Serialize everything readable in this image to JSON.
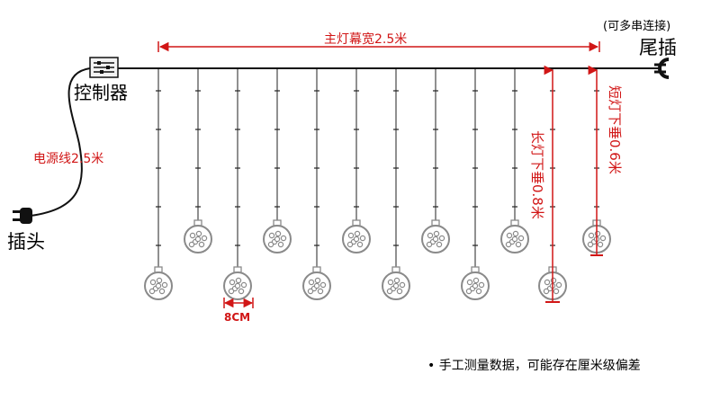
{
  "labels": {
    "main_width": "主灯幕宽2.5米",
    "tail_note": "(可多串连接)",
    "tail_plug": "尾插",
    "controller": "控制器",
    "power_cord": "电源线2.5米",
    "plug_head": "插头",
    "long_drop": "长灯下垂0.8米",
    "short_drop": "短灯下垂0.6米",
    "ball_diameter": "8CM",
    "footnote": "• 手工测量数据，可能存在厘米级偏差"
  },
  "colors": {
    "annotation_red": "#d11616",
    "line_black": "#000000",
    "bulb_gray": "#8a8a8a"
  },
  "icons": {
    "controller": "controller-box-icon",
    "plug": "plug-icon",
    "tail_socket": "socket-icon",
    "bulb": "ball-bulb-icon"
  }
}
